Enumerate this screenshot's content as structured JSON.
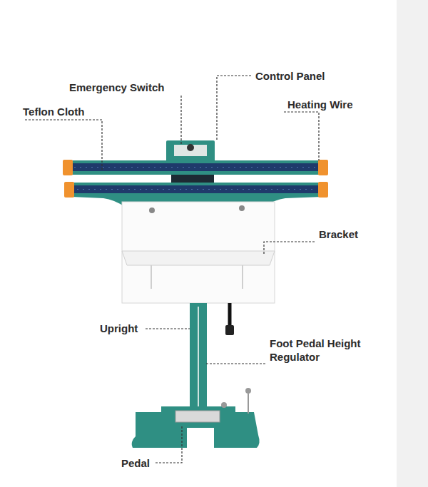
{
  "diagram": {
    "labels": [
      "Emergency Switch",
      "Control Panel",
      "Teflon Cloth",
      "Heating Wire",
      "Bracket",
      "Upright",
      "Foot Pedal Height Regulator",
      "Pedal"
    ]
  }
}
